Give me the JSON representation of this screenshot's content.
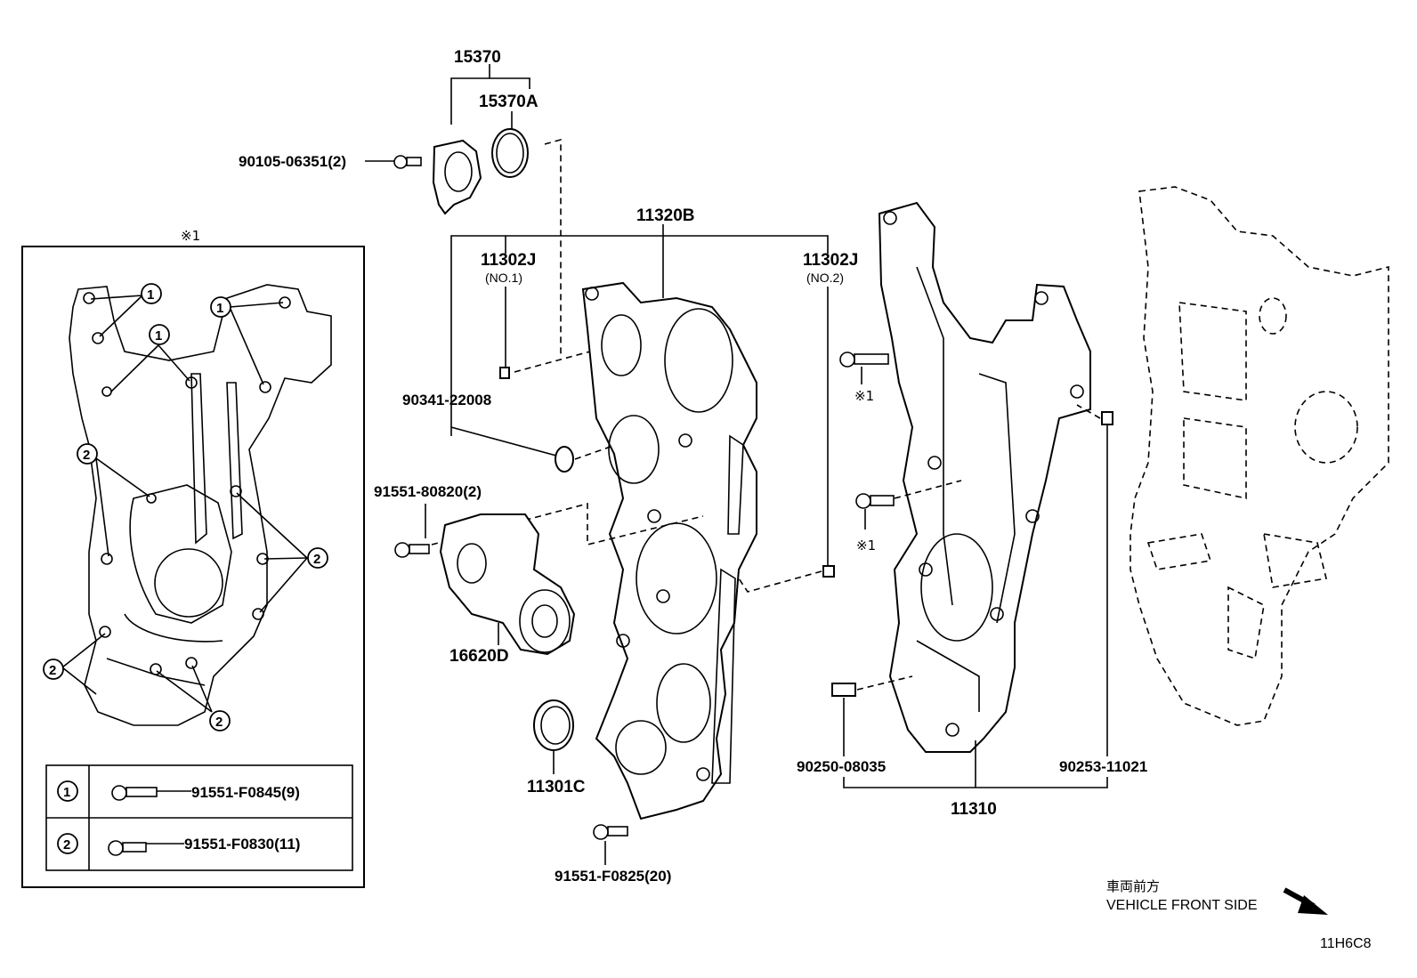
{
  "parts": {
    "p15370": "15370",
    "p15370A": "15370A",
    "p90105": "90105-06351(2)",
    "p11320B": "11320B",
    "p11302J_1": "11302J",
    "p11302J_1_sub": "(NO.1)",
    "p11302J_2": "11302J",
    "p11302J_2_sub": "(NO.2)",
    "p90341": "90341-22008",
    "p91551_80820": "91551-80820(2)",
    "p16620D": "16620D",
    "p11301C": "11301C",
    "p91551_F0825": "91551-F0825(20)",
    "p90250": "90250-08035",
    "p90253": "90253-11021",
    "p11310": "11310",
    "note1_a": "※1",
    "note1_b": "※1"
  },
  "inset": {
    "title": "※1",
    "callout1": "1",
    "callout2": "2",
    "legend": [
      {
        "key": "1",
        "part": "91551-F0845(9)"
      },
      {
        "key": "2",
        "part": "91551-F0830(11)"
      }
    ]
  },
  "footer": {
    "direction_jp": "車両前方",
    "direction_en": "VEHICLE FRONT SIDE",
    "diagram_code": "11H6C8"
  }
}
